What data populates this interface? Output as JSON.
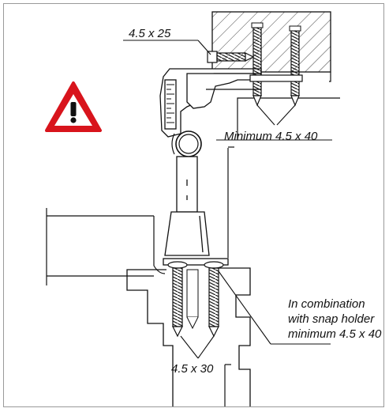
{
  "labels": {
    "top_screw": "4.5 x 25",
    "frame_screws": "Minimum 4.5 x 40",
    "sash_screws": "4.5 x 30",
    "snap_holder_note": [
      "In combination",
      "with snap holder",
      "minimum 4.5 x 40"
    ]
  },
  "warning_icon": {
    "name": "warning-triangle-icon",
    "border_color": "#d8141c",
    "fill_color": "#ffffff",
    "mark_color": "#111111"
  },
  "colors": {
    "line": "#111111",
    "frame_border": "#9a9a9a"
  }
}
